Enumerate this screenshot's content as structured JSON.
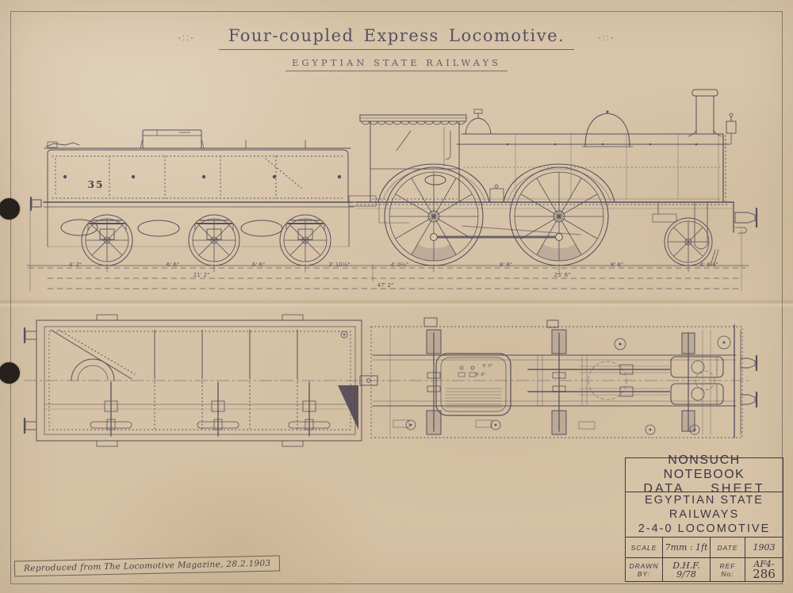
{
  "document": {
    "title": "Four-coupled Express Locomotive.",
    "subtitle": "EGYPTIAN STATE RAILWAYS",
    "flourish": "-::-"
  },
  "elevation": {
    "tender_number": "35",
    "dims": [
      "4' 2\"",
      "6' 6\"",
      "6' 6\"",
      "3' 10½\"",
      "4' 0¼\"",
      "8' 6\"",
      "8' 6\"",
      "4' 8½\"",
      "21' 2\"",
      "25' 6\"",
      "47' 2\""
    ]
  },
  "plan": {
    "firebox_width": "6' 0\"",
    "firebox_length": "4' 8\""
  },
  "title_block": {
    "line1": "NONSUCH NOTEBOOK",
    "line2": "DATA SHEET",
    "line3": "EGYPTIAN STATE",
    "line4": "RAILWAYS",
    "line5": "2-4-0 LOCOMOTIVE",
    "scale_label": "SCALE",
    "scale_value": "7mm : 1ft",
    "date_label": "DATE",
    "date_value": "1903",
    "drawn_label_1": "DRAWN",
    "drawn_label_2": "BY:",
    "drawn_value_1": "D.H.F.",
    "drawn_value_2": "9/78",
    "ref_label_1": "REF",
    "ref_label_2": "No:",
    "ref_value_1": "AF4-",
    "ref_value_2": "286"
  },
  "stamp": {
    "text": "Reproduced from The Locomotive Magazine, 28.2.1903"
  },
  "colors": {
    "paper": "#d8c5aa",
    "ink": "#574f5d",
    "ink_dark": "#3d3744"
  }
}
